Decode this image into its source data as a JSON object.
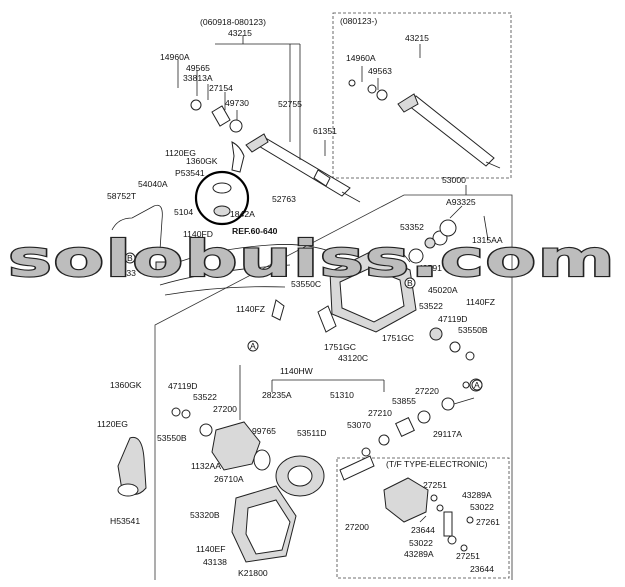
{
  "watermark": "solobuiss.com",
  "groups": {
    "shaft_early_range": "(060918-080123)",
    "shaft_late_range": "(080123-)",
    "tf_type": "(T/F TYPE-ELECTRONIC)"
  },
  "labels": {
    "l43215a": "43215",
    "l43215b": "43215",
    "l14960a": "14960A",
    "l49565": "49565",
    "l33813a": "33813A",
    "l27154": "27154",
    "l49730": "49730",
    "l52755": "52755",
    "l61351": "61351",
    "l1120eg": "1120EG",
    "l1360gk": "1360GK",
    "lp53541": "P53541",
    "l52763": "52763",
    "l14960a_b": "14960A",
    "l49563": "49563",
    "l53000": "53000",
    "la93325": "A93325",
    "l53352": "53352",
    "l1315aa": "1315AA",
    "l43591": "43591",
    "l45020a": "45020A",
    "l1140fz": "1140FZ",
    "l58752t": "58752T",
    "l54040a": "54040A",
    "l5104": "5104",
    "l1842a": "1842A",
    "lref": "REF.60-640",
    "l1140fd": "1140FD",
    "lb1": "B",
    "l51033": "51033",
    "l53550c": "53550C",
    "lb2": "B",
    "l53522a": "53522",
    "l47119d": "47119D",
    "l53550b": "53550B",
    "l1140fz_b": "1140FZ",
    "la1": "A",
    "l1751gc": "1751GC",
    "l1751gc_b": "1751GC",
    "l43120c": "43120C",
    "l1140hw": "1140HW",
    "l51310": "51310",
    "l1360gk_b": "1360GK",
    "l1120eg_b": "1120EG",
    "l47119d_b": "47119D",
    "l53522b": "53522",
    "l27200": "27200",
    "l28235a": "28235A",
    "l27220": "27220",
    "la2": "A",
    "l53855": "53855",
    "l27210": "27210",
    "l53550b_b": "53550B",
    "l99765": "99765",
    "l53511d": "53511D",
    "l53070": "53070",
    "l29117a": "29117A",
    "l1132aa": "1132AA",
    "l26710a": "26710A",
    "lh53541": "H53541",
    "l53320b": "53320B",
    "l1140ef": "1140EF",
    "l43138": "43138",
    "lk21800": "K21800",
    "l27251a": "27251",
    "l43289a": "43289A",
    "l53022a": "53022",
    "l27261": "27261",
    "l27200_b": "27200",
    "l23644a": "23644",
    "l53022b": "53022",
    "l43289a_b": "43289A",
    "l27251b": "27251",
    "l23644b": "23644"
  },
  "colors": {
    "line": "#222222",
    "part_fill": "#d9d9d9",
    "watermark": "#bdbdbd"
  }
}
